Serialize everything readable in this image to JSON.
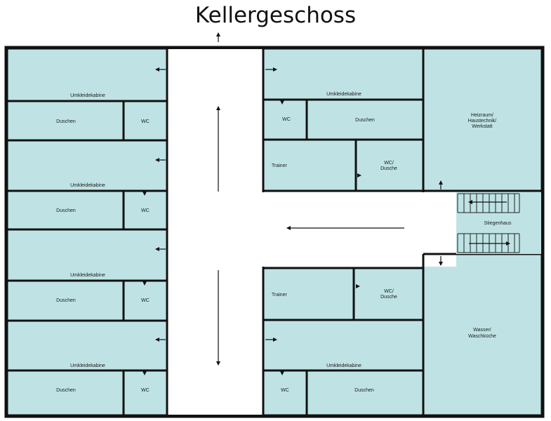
{
  "title": "Kellergeschoss",
  "colors": {
    "room": "#bfe3e4",
    "wall": "#111111",
    "corridor": "#ffffff"
  },
  "icons": {
    "door": "arrow-icon",
    "stairs": "stair-icon"
  },
  "labels": {
    "umkleidekabine": "Umkleidekabine",
    "duschen": "Duschen",
    "wc": "WC",
    "trainer": "Trainer",
    "wc_dusche_1": "WC/",
    "wc_dusche_2": "Dusche",
    "heizraum_1": "Heizraum/",
    "heizraum_2": "Haustechnik/",
    "heizraum_3": "Werkstatt",
    "stiegenhaus": "Stiegenhaus",
    "wasser_1": "Wasser/",
    "wasser_2": "Waschküche"
  }
}
